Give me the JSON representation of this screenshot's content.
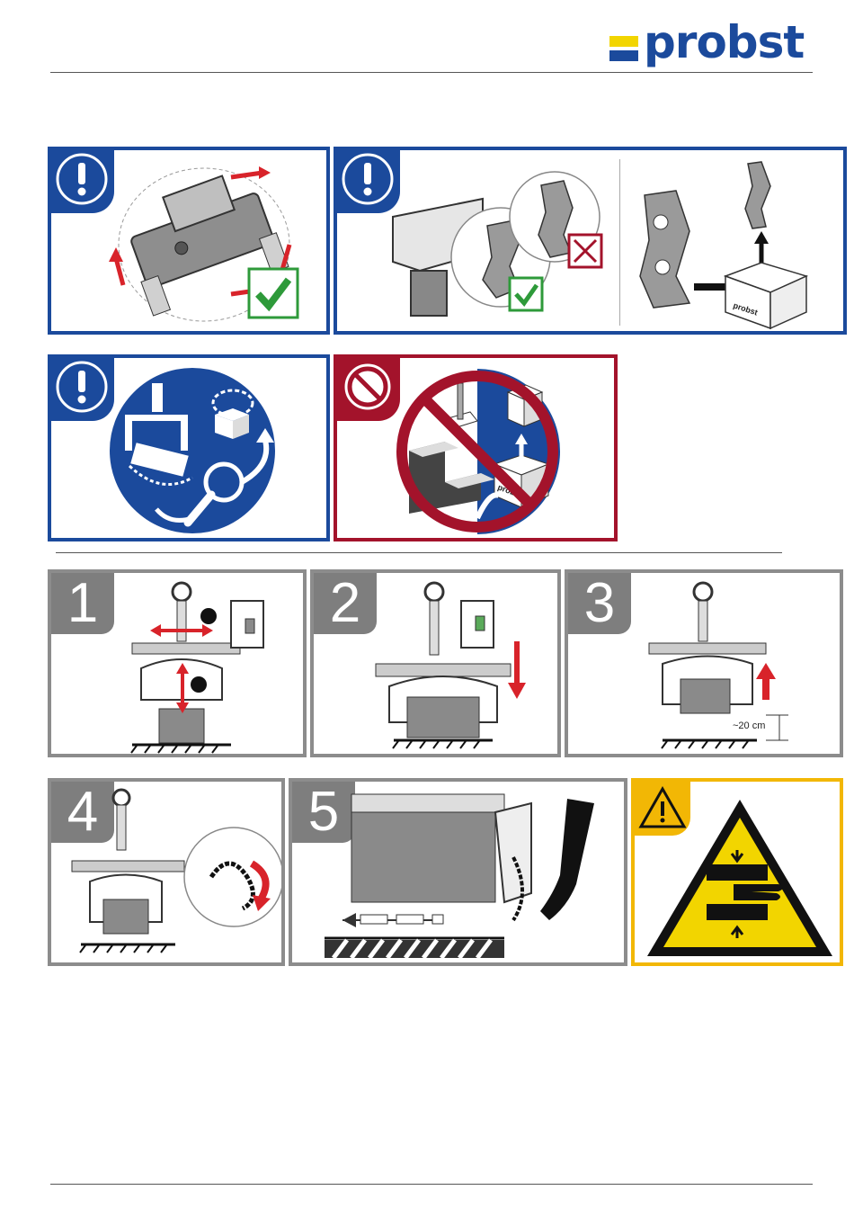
{
  "header": {
    "brand": "probst",
    "brand_colors": {
      "blue": "#1b4a9c",
      "yellow": "#f2d500"
    }
  },
  "panels": {
    "row1": [
      {
        "type": "notice",
        "icon": "exclamation-icon",
        "check": "checkmark-icon"
      },
      {
        "type": "notice",
        "icon": "exclamation-icon",
        "box_label": "probst"
      }
    ],
    "row2": [
      {
        "type": "notice",
        "icon": "exclamation-icon"
      },
      {
        "type": "prohibition",
        "icon": "prohibition-icon",
        "box_label": "probst"
      }
    ],
    "steps": [
      {
        "number": "1"
      },
      {
        "number": "2"
      },
      {
        "number": "3",
        "distance_label": "~20 cm"
      },
      {
        "number": "4"
      },
      {
        "number": "5"
      }
    ],
    "warning": {
      "icon": "warning-icon",
      "symbol": "crush-hazard-icon"
    }
  },
  "colors": {
    "notice_blue": "#1b4a9c",
    "prohibition_red": "#a3132b",
    "step_grey": "#8c8c8c",
    "warning_yellow": "#f2b705",
    "arrow_red": "#d8232a",
    "check_green": "#2e9a3a"
  }
}
